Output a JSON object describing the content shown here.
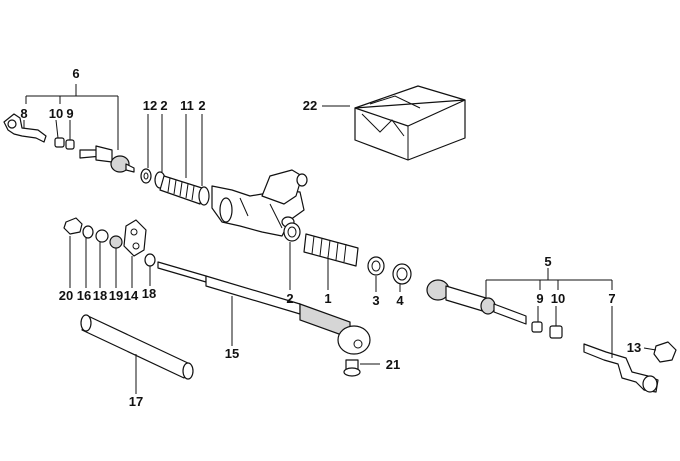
{
  "diagram": {
    "callouts": {
      "c1": "1",
      "c2a": "2",
      "c2b": "2",
      "c2c": "2",
      "c3": "3",
      "c4": "4",
      "c5": "5",
      "c6": "6",
      "c7": "7",
      "c8": "8",
      "c9a": "9",
      "c9b": "9",
      "c10a": "10",
      "c10b": "10",
      "c11": "11",
      "c12": "12",
      "c13": "13",
      "c14": "14",
      "c15": "15",
      "c16": "16",
      "c17": "17",
      "c18a": "18",
      "c18b": "18",
      "c19": "19",
      "c20": "20",
      "c21": "21",
      "c22": "22"
    }
  }
}
